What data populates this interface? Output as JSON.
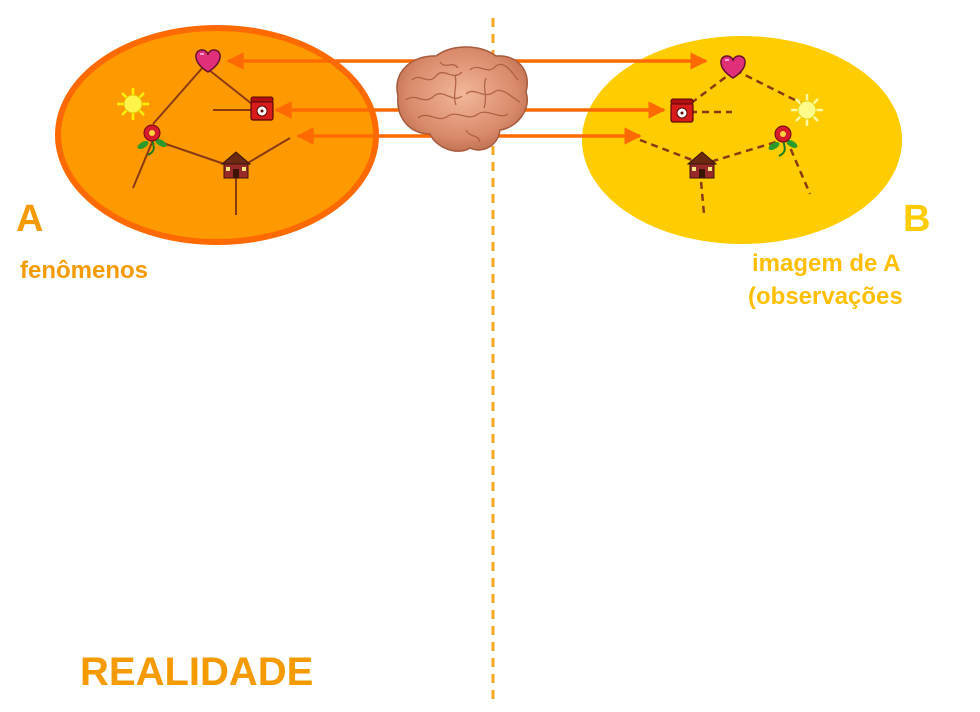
{
  "colors": {
    "arrow": "#ff6a00",
    "label_text": "#f59a00",
    "circle_a_fill": "#ff9900",
    "circle_a_stroke": "#ff6a00",
    "circle_b_fill": "#ffcc00",
    "link_line": "#8b3a10",
    "divider": "#f5a623"
  },
  "icons": [
    "heart-icon",
    "sun-icon",
    "flower-icon",
    "telephone-icon",
    "house-icon",
    "brain-icon"
  ],
  "labels": {
    "letter_a": "A",
    "fenomenos": "fenômenos",
    "letter_b": "B",
    "imagem": "imagem de A",
    "observacoes": "(observações",
    "realidade": "REALIDADE"
  }
}
